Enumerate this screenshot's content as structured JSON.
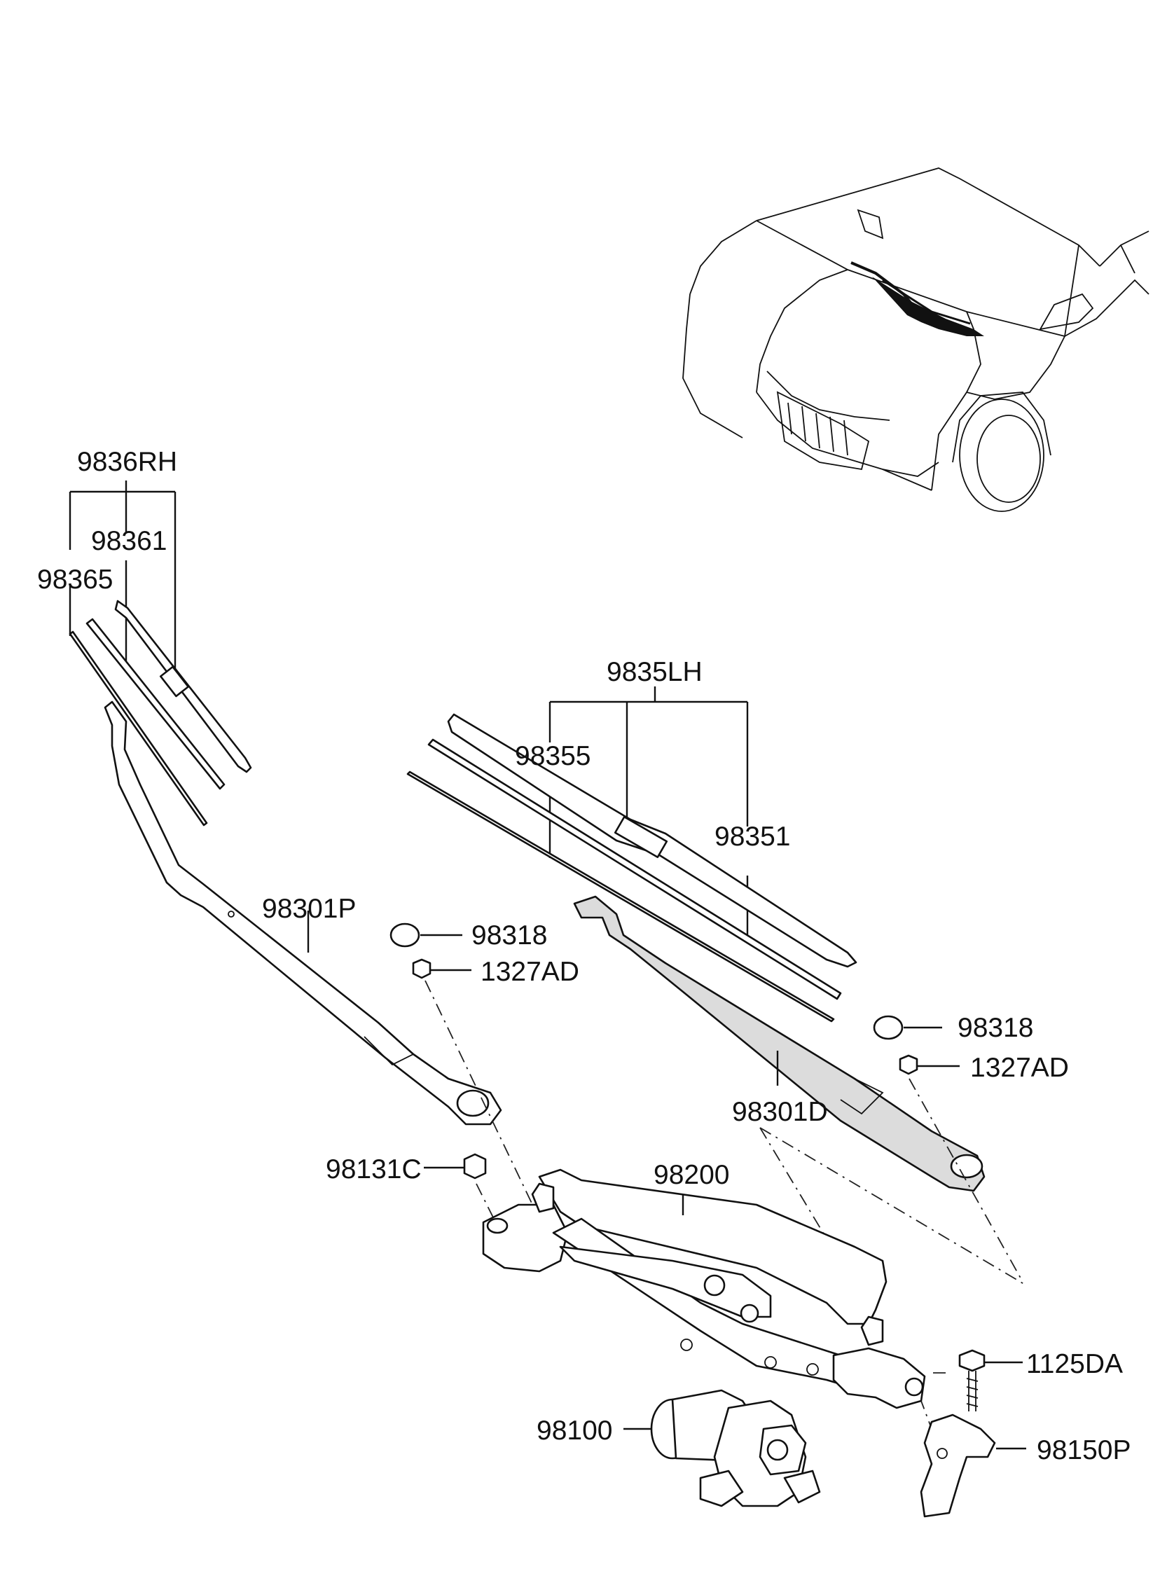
{
  "callouts": {
    "p9836RH": "9836RH",
    "p98361": "98361",
    "p98365": "98365",
    "p9835LH": "9835LH",
    "p98355": "98355",
    "p98351": "98351",
    "p98301P": "98301P",
    "p98318_left": "98318",
    "p1327AD_left": "1327AD",
    "p98318_right": "98318",
    "p1327AD_right": "1327AD",
    "p98301D": "98301D",
    "p98131C": "98131C",
    "p98200": "98200",
    "p1125DA": "1125DA",
    "p98100": "98100",
    "p98150P": "98150P"
  },
  "colors": {
    "line": "#111111",
    "shade": "#dcdcdc",
    "background": "#ffffff"
  }
}
